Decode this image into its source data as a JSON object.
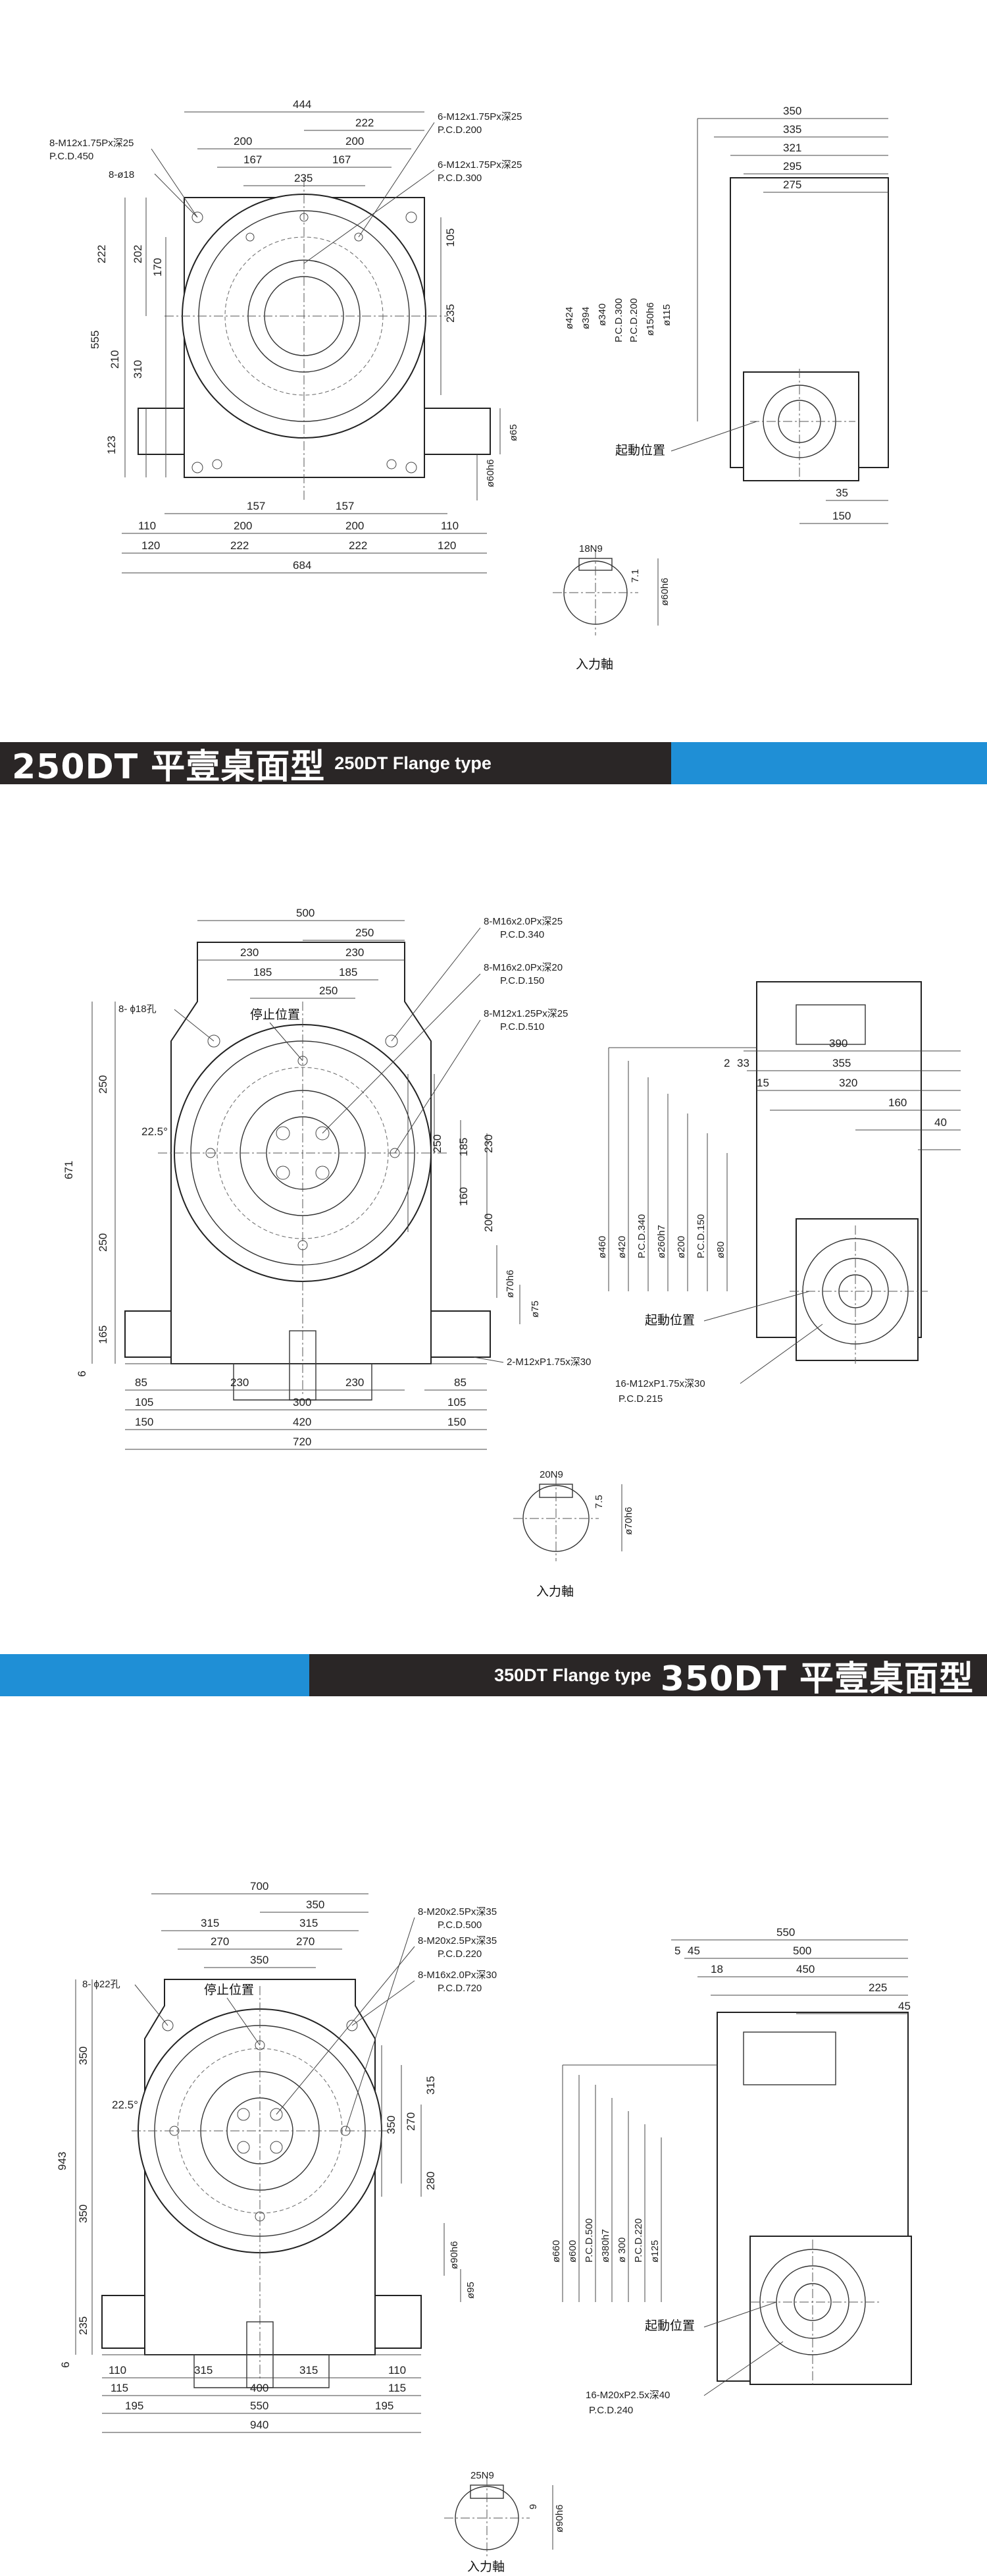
{
  "section_top": {
    "dims": {
      "d444": "444",
      "d222a": "222",
      "d200a": "200",
      "d200b": "200",
      "d167a": "167",
      "d167b": "167",
      "d235": "235",
      "d222b": "222",
      "d202": "202",
      "d170": "170",
      "d555": "555",
      "d310": "310",
      "d210": "210",
      "d123": "123",
      "d105": "105",
      "d235v": "235",
      "d157a": "157",
      "d157b": "157",
      "d110a": "110",
      "d200c": "200",
      "d200d": "200",
      "d110b": "110",
      "d120a": "120",
      "d222c": "222",
      "d222d": "222",
      "d120b": "120",
      "d684": "684",
      "d350": "350",
      "d335": "335",
      "d321": "321",
      "d295": "295",
      "d275": "275",
      "d424": "ø424",
      "d394": "ø394",
      "d340": "ø340",
      "pcd300": "P.C.D.300",
      "pcd200": "P.C.D.200",
      "d150h6": "ø150h6",
      "d115": "ø115",
      "d35": "35",
      "d150": "150",
      "d65": "ø65",
      "d60h6": "ø60h6",
      "key18": "18N9",
      "key71": "7.1",
      "shaft60": "ø60h6"
    },
    "notes": {
      "n1a": "8-M12x1.75Px深25",
      "n1b": "P.C.D.450",
      "n2": "8-ø18",
      "n3a": "6-M12x1.75Px深25",
      "n3b": "P.C.D.200",
      "n4a": "6-M12x1.75Px深25",
      "n4b": "P.C.D.300",
      "start_pos": "起動位置",
      "input_shaft": "入力軸"
    }
  },
  "banner_250": {
    "title": "250DT 平壹桌面型",
    "subtitle": "250DT Flange type"
  },
  "section_250": {
    "dims": {
      "d500": "500",
      "d250a": "250",
      "d230a": "230",
      "d230b": "230",
      "d185a": "185",
      "d185b": "185",
      "d250b": "250",
      "d671": "671",
      "d250v1": "250",
      "d250v2": "250",
      "d165": "165",
      "d6": "6",
      "angle": "22.5°",
      "d230v": "230",
      "d185v": "185",
      "d250v3": "250",
      "d160v": "160",
      "d200v": "200",
      "d70h6": "ø70h6",
      "d75": "ø75",
      "d85a": "85",
      "d105a": "105",
      "d150a": "150",
      "d230c": "230",
      "d230d": "230",
      "d300": "300",
      "d420": "420",
      "d720": "720",
      "d85b": "85",
      "d105b": "105",
      "d150b": "150",
      "d390": "390",
      "d2": "2",
      "d33": "33",
      "d355": "355",
      "d15": "15",
      "d320": "320",
      "d160h": "160",
      "d40": "40",
      "d460": "ø460",
      "d420c": "ø420",
      "pcd340": "P.C.D.340",
      "d260h7": "ø260h7",
      "d200c": "ø200",
      "pcd150": "P.C.D.150",
      "d80": "ø80",
      "key20": "20N9",
      "key75": "7.5",
      "shaft70": "ø70h6"
    },
    "notes": {
      "hole": "8- ϕ18孔",
      "stop_pos": "停止位置",
      "n1a": "8-M16x2.0Px深25",
      "n1b": "P.C.D.340",
      "n2a": "8-M16x2.0Px深20",
      "n2b": "P.C.D.150",
      "n3a": "8-M12x1.25Px深25",
      "n3b": "P.C.D.510",
      "n4": "2-M12xP1.75x深30",
      "start_pos": "起動位置",
      "n5a": "16-M12xP1.75x深30",
      "n5b": "P.C.D.215",
      "input_shaft": "入力軸"
    }
  },
  "banner_350": {
    "title": "350DT 平壹桌面型",
    "subtitle": "350DT Flange type"
  },
  "section_350": {
    "dims": {
      "d700": "700",
      "d350a": "350",
      "d315a": "315",
      "d315b": "315",
      "d270a": "270",
      "d270b": "270",
      "d350b": "350",
      "d943": "943",
      "d350v1": "350",
      "d350v2": "350",
      "d235": "235",
      "d6": "6",
      "angle": "22.5°",
      "d315v": "315",
      "d270v": "270",
      "d350v3": "350",
      "d280v": "280",
      "d90h6": "ø90h6",
      "d95": "ø95",
      "d110a": "110",
      "d115a": "115",
      "d195a": "195",
      "d315c": "315",
      "d315d": "315",
      "d400": "400",
      "d550": "550",
      "d940": "940",
      "d110b": "110",
      "d115b": "115",
      "d195b": "195",
      "d550t": "550",
      "d5": "5",
      "d45": "45",
      "d500": "500",
      "d18": "18",
      "d450": "450",
      "d225": "225",
      "d45h": "45",
      "d660": "ø660",
      "d600": "ø600",
      "pcd500": "P.C.D.500",
      "d380h7": "ø380h7",
      "d300c": "ø 300",
      "pcd220": "P.C.D.220",
      "d125": "ø125",
      "key25": "25N9",
      "key9": "9",
      "shaft90": "ø90h6"
    },
    "notes": {
      "hole": "8- ϕ22孔",
      "stop_pos": "停止位置",
      "n1a": "8-M20x2.5Px深35",
      "n1b": "P.C.D.500",
      "n2a": "8-M20x2.5Px深35",
      "n2b": "P.C.D.220",
      "n3a": "8-M16x2.0Px深30",
      "n3b": "P.C.D.720",
      "start_pos": "起動位置",
      "n5a": "16-M20xP2.5x深40",
      "n5b": "P.C.D.240",
      "input_shaft": "入力軸"
    }
  }
}
